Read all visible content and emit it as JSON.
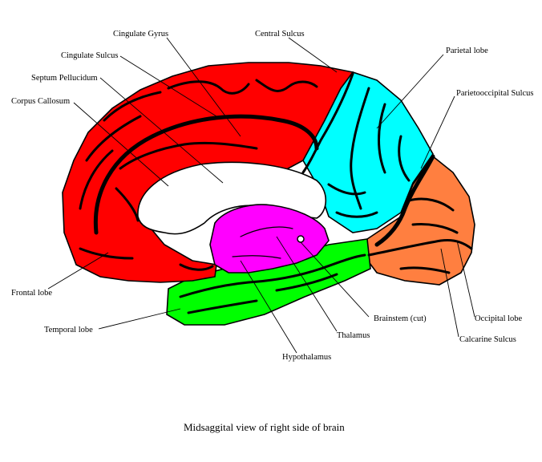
{
  "caption": "Midsaggital view of right side of brain",
  "colors": {
    "frontal_cingulate": "#ff0000",
    "parietal": "#00ffff",
    "occipital": "#ff7f40",
    "temporal": "#00ff00",
    "thalamus_region": "#ff00ff",
    "ventricle": "#ffffff",
    "sulci": "#000000"
  },
  "labels": {
    "cingulate_gyrus": "Cingulate Gyrus",
    "central_sulcus": "Central Sulcus",
    "cingulate_sulcus": "Cingulate Sulcus",
    "parietal_lobe": "Parietal lobe",
    "septum_pellucidum": "Septum Pellucidum",
    "parietooccipital_sulcus": "Parietooccipital Sulcus",
    "corpus_callosum": "Corpus Callosum",
    "frontal_lobe": "Frontal lobe",
    "brainstem_cut": "Brainstem (cut)",
    "occipital_lobe": "Occipital lobe",
    "temporal_lobe": "Temporal lobe",
    "thalamus": "Thalamus",
    "calcarine_sulcus": "Calcarine Sulcus",
    "hypothalamus": "Hypothalamus"
  }
}
